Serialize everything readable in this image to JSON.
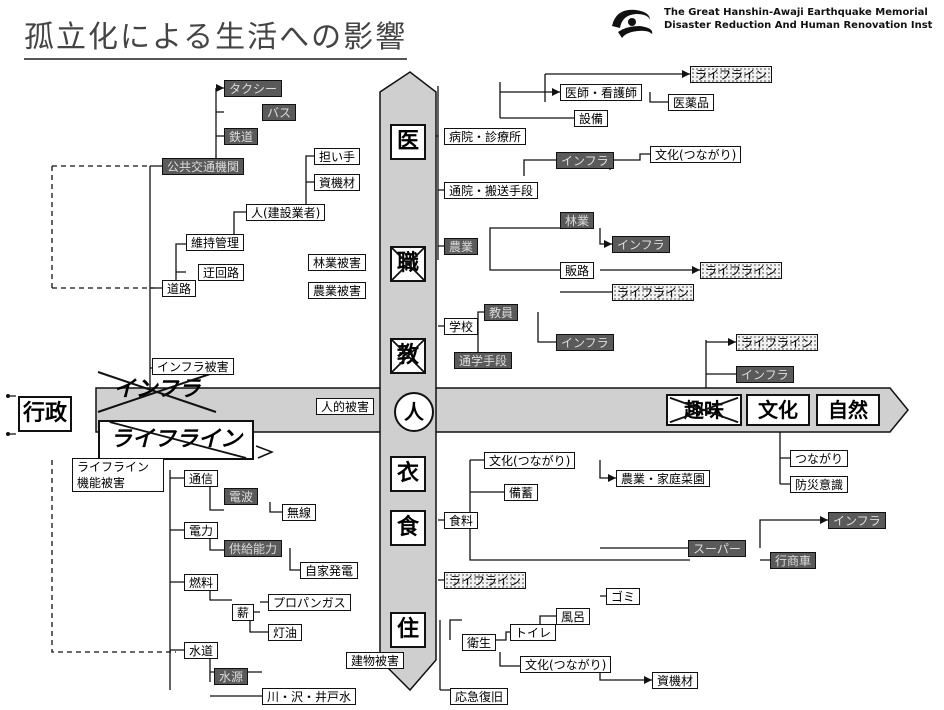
{
  "title": "孤立化による生活への影響",
  "organization": {
    "line1": "The Great Hanshin-Awaji Earthquake Memorial",
    "line2": "Disaster Reduction And Human Renovation Inst"
  },
  "center": {
    "gyosei": "行政",
    "infra": "インフラ",
    "lifeline": "ライフライン",
    "jinteki": "人的被害",
    "hito": "人",
    "shuumi": "趣味",
    "bunka": "文化",
    "shizen": "自然",
    "i": "医",
    "shoku_top": "職",
    "kyo": "教",
    "koromo": "衣",
    "shoku": "食",
    "ju": "住"
  },
  "left": {
    "taxi": "タクシー",
    "bus": "バス",
    "tetsudo": "鉄道",
    "kokyo": "公共交通機関",
    "ninaite": "担い手",
    "shizai": "資機材",
    "hito_gyosha": "人(建設業者)",
    "iji": "維持管理",
    "ukairo": "迂回路",
    "doro": "道路",
    "infra_higai": "インフラ被害",
    "lifeline_higai": "ライフライン\n機能被害",
    "tsushin": "通信",
    "denpa": "電波",
    "muyo": "無線",
    "denryoku": "電力",
    "kyokyu": "供給能力",
    "jika": "自家発電",
    "nenryo": "燃料",
    "shin": "薪",
    "propane": "プロパンガス",
    "toyu": "灯油",
    "suido": "水道",
    "suigen": "水源",
    "kawa": "川・沢・井戸水",
    "rinsan": "林業被害",
    "nosan": "農業被害",
    "kenchiku": "建物被害"
  },
  "right": {
    "lifeline1": "ライフライン",
    "ishi": "医師・看護師",
    "iyakuhin": "医薬品",
    "setsubi": "設備",
    "byoin": "病院・診療所",
    "bunka1": "文化(つながり)",
    "infra1": "インフラ",
    "tsuin": "通院・搬送手段",
    "ringyo": "林業",
    "infra2": "インフラ",
    "nogyo": "農業",
    "hanro": "販路",
    "lifeline2": "ライフライン",
    "lifeline3": "ライフライン",
    "kyoin": "教員",
    "infra3": "インフラ",
    "gakko": "学校",
    "tsugaku": "通学手段",
    "lifeline4": "ライフライン",
    "infra4": "インフラ",
    "tsunagari": "つながり",
    "bosai": "防災意識",
    "bunka2": "文化(つながり)",
    "nogyo_katei": "農業・家庭菜園",
    "chozo": "備蓄",
    "shokuryo": "食料",
    "infra5": "インフラ",
    "super": "スーパー",
    "ichiba": "行商車",
    "lifeline5": "ライフライン",
    "gomi": "ゴミ",
    "furo": "風呂",
    "toilet": "トイレ",
    "eisei": "衛生",
    "bunka3": "文化(つながり)",
    "shizai2": "資機材",
    "okyu": "応急復旧"
  }
}
